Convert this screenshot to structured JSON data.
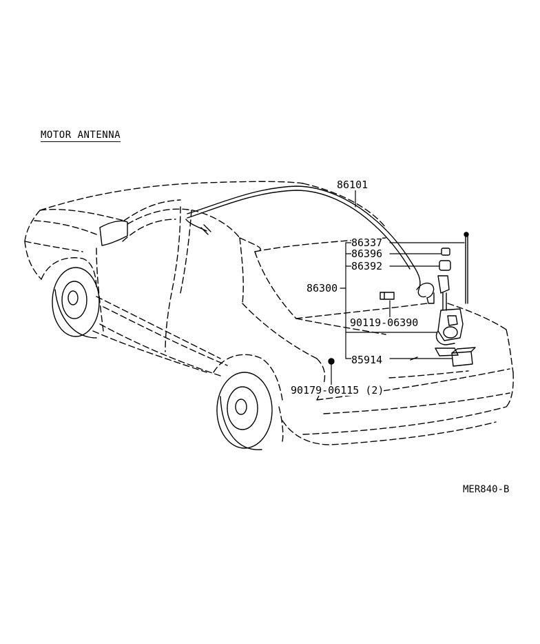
{
  "title": "MOTOR ANTENNA",
  "figure_code": "MER840-B",
  "parts": {
    "p86101": "86101",
    "p86337": "86337",
    "p86396": "86396",
    "p86392": "86392",
    "p86300": "86300",
    "p90119": "90119-06390",
    "p85914": "85914",
    "p90179": "90179-06115 (2)"
  }
}
